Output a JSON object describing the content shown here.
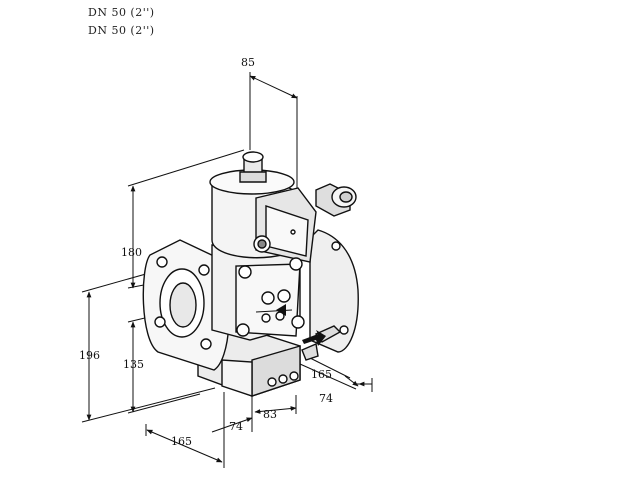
{
  "header": {
    "line1": "DN 50 (2'')",
    "line2": "DN 50 (2'')"
  },
  "dimensions": {
    "top_width": "85",
    "body_height": "180",
    "total_height": "196",
    "lower_height": "135",
    "flange_right": "165",
    "right_depth": "74",
    "bottom_width": "83",
    "bottom_depth": "74",
    "flange_left": "165"
  }
}
